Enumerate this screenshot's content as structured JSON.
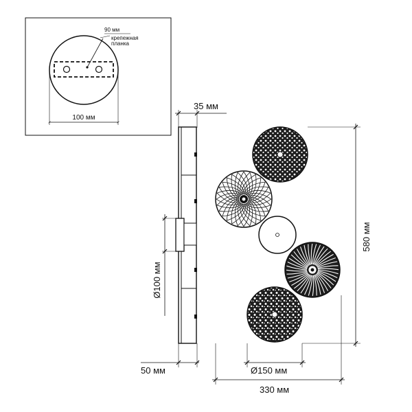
{
  "inset": {
    "dim_90": "90 мм",
    "bracket_label_line1": "крепежная",
    "bracket_label_line2": "планка",
    "dim_100": "100 мм"
  },
  "side_view": {
    "dim_depth": "35 мм",
    "dim_base": "50 мм",
    "dim_diameter": "Ø100 мм"
  },
  "front_view": {
    "dim_height": "580 мм",
    "dim_disc": "Ø150 мм",
    "dim_width": "330 мм"
  },
  "colors": {
    "line": "#111111",
    "disc_dark": "#2a2a2a",
    "disc_light": "#ffffff"
  }
}
